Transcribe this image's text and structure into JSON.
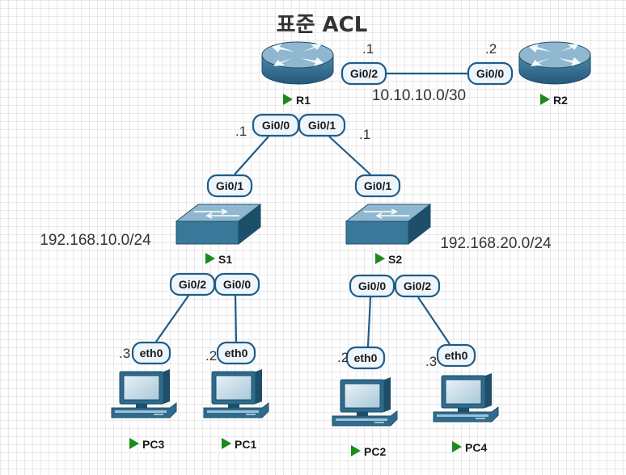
{
  "title": "표준 ACL",
  "devices": [
    {
      "id": "R1",
      "label": "R1",
      "type": "router-icon"
    },
    {
      "id": "R2",
      "label": "R2",
      "type": "router-icon"
    },
    {
      "id": "S1",
      "label": "S1",
      "type": "switch-icon"
    },
    {
      "id": "S2",
      "label": "S2",
      "type": "switch-icon"
    },
    {
      "id": "PC1",
      "label": "PC1",
      "type": "pc-icon"
    },
    {
      "id": "PC2",
      "label": "PC2",
      "type": "pc-icon"
    },
    {
      "id": "PC3",
      "label": "PC3",
      "type": "pc-icon"
    },
    {
      "id": "PC4",
      "label": "PC4",
      "type": "pc-icon"
    }
  ],
  "ports": [
    {
      "id": "r1-gi02",
      "device": "R1",
      "label": "Gi0/2"
    },
    {
      "id": "r2-gi00",
      "device": "R2",
      "label": "Gi0/0"
    },
    {
      "id": "r1-gi00",
      "device": "R1",
      "label": "Gi0/0"
    },
    {
      "id": "r1-gi01",
      "device": "R1",
      "label": "Gi0/1"
    },
    {
      "id": "s1-gi01",
      "device": "S1",
      "label": "Gi0/1"
    },
    {
      "id": "s2-gi01",
      "device": "S2",
      "label": "Gi0/1"
    },
    {
      "id": "s1-gi02",
      "device": "S1",
      "label": "Gi0/2"
    },
    {
      "id": "s1-gi00",
      "device": "S1",
      "label": "Gi0/0"
    },
    {
      "id": "s2-gi00",
      "device": "S2",
      "label": "Gi0/0"
    },
    {
      "id": "s2-gi02",
      "device": "S2",
      "label": "Gi0/2"
    },
    {
      "id": "pc3-eth0",
      "device": "PC3",
      "label": "eth0"
    },
    {
      "id": "pc1-eth0",
      "device": "PC1",
      "label": "eth0"
    },
    {
      "id": "pc2-eth0",
      "device": "PC2",
      "label": "eth0"
    },
    {
      "id": "pc4-eth0",
      "device": "PC4",
      "label": "eth0"
    }
  ],
  "links": [
    {
      "from": "r1-gi02",
      "to": "r2-gi00"
    },
    {
      "from": "r1-gi00",
      "to": "s1-gi01"
    },
    {
      "from": "r1-gi01",
      "to": "s2-gi01"
    },
    {
      "from": "s1-gi02",
      "to": "pc3-eth0"
    },
    {
      "from": "s1-gi00",
      "to": "pc1-eth0"
    },
    {
      "from": "s2-gi00",
      "to": "pc2-eth0"
    },
    {
      "from": "s2-gi02",
      "to": "pc4-eth0"
    }
  ],
  "ip_labels": [
    {
      "id": "r1-gi02-ip",
      "text": ".1"
    },
    {
      "id": "r2-gi00-ip",
      "text": ".2"
    },
    {
      "id": "r1-gi00-ip",
      "text": ".1"
    },
    {
      "id": "r1-gi01-ip",
      "text": ".1"
    },
    {
      "id": "pc3-ip",
      "text": ".3"
    },
    {
      "id": "pc1-ip",
      "text": ".2"
    },
    {
      "id": "pc2-ip",
      "text": ".2"
    },
    {
      "id": "pc4-ip",
      "text": ".3"
    }
  ],
  "networks": [
    {
      "id": "wan-net",
      "text": "10.10.10.0/30"
    },
    {
      "id": "lan1-net",
      "text": "192.168.10.0/24"
    },
    {
      "id": "lan2-net",
      "text": "192.168.20.0/24"
    }
  ],
  "colors": {
    "link": "#1f5c88",
    "port_fill": "#eef5fb",
    "device_fill": "#2e6b8c",
    "device_dark": "#1d4f6a",
    "device_top": "#8fb8d0",
    "play_arrow": "#1e8a1e"
  }
}
